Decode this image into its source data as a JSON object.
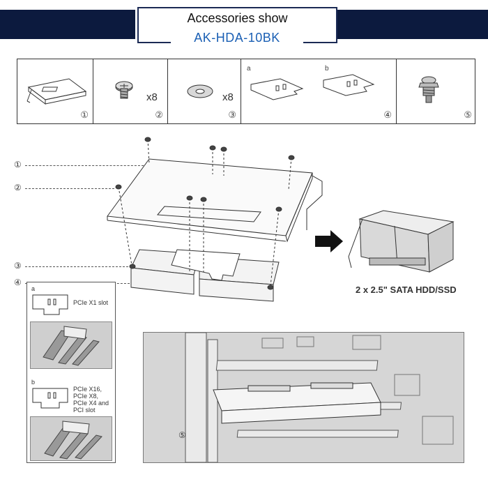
{
  "header": {
    "title": "Accessories show",
    "model": "AK-HDA-10BK",
    "band_color": "#0c1a3e",
    "model_color": "#1a5fb4"
  },
  "accessories": [
    {
      "icon": "adapter-card-icon",
      "qty": "",
      "number": "①"
    },
    {
      "icon": "screw-icon",
      "qty": "x8",
      "number": "②"
    },
    {
      "icon": "washer-icon",
      "qty": "x8",
      "number": "③"
    },
    {
      "icon": "bracket-plates-icon",
      "qty": "",
      "number": "④",
      "sublabels": [
        "a",
        "b"
      ]
    },
    {
      "icon": "standoff-screw-icon",
      "qty": "",
      "number": "⑤"
    }
  ],
  "callouts": [
    "①",
    "②",
    "③",
    "④"
  ],
  "caption": "2 x 2.5\" SATA HDD/SSD",
  "inset": {
    "a_label": "a",
    "a_text": "PCIe X1 slot",
    "b_label": "b",
    "b_text_1": "PCIe  X16,",
    "b_text_2": "PCIe  X8,",
    "b_text_3": "PCIe  X4 and",
    "b_text_4": "PCI slot"
  },
  "photo_callout": "⑤"
}
